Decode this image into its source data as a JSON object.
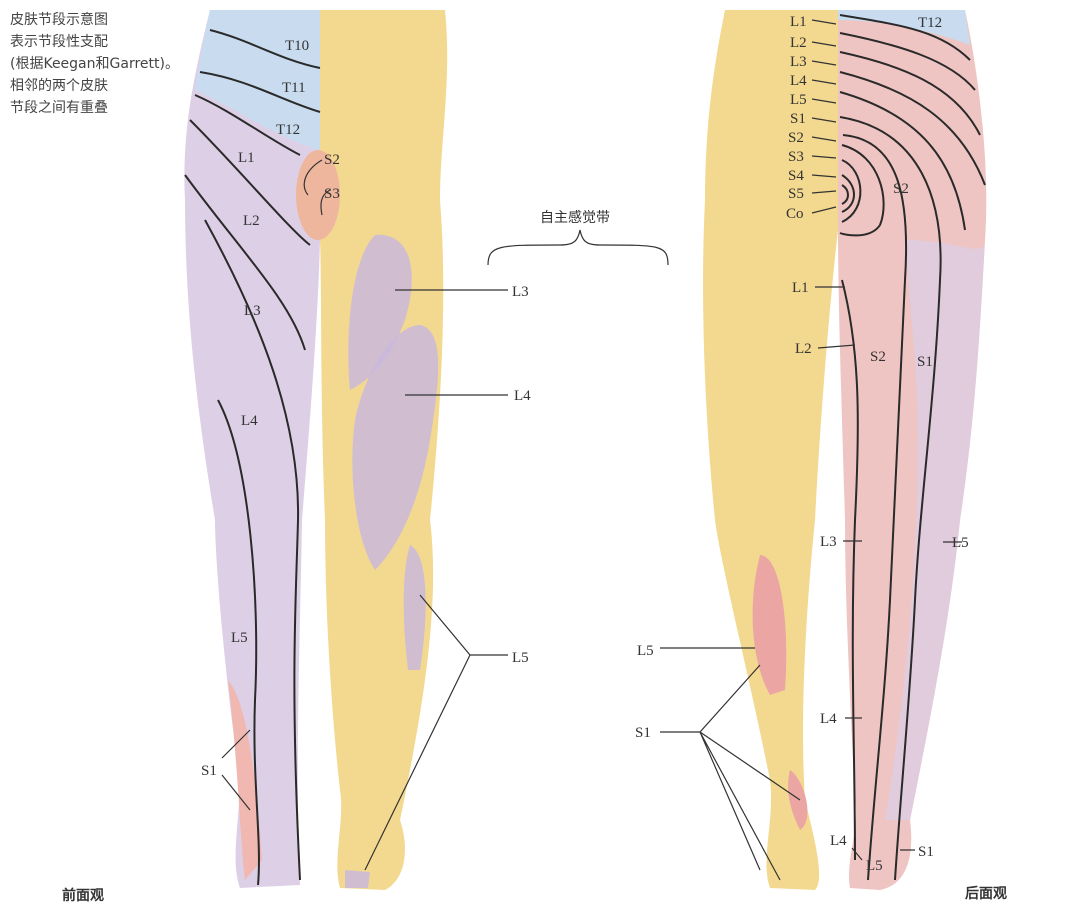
{
  "caption": [
    "皮肤节段示意图",
    "表示节段性支配",
    "(根据Keegan和Garrett)。",
    "相邻的两个皮肤",
    "节段之间有重叠"
  ],
  "front": {
    "view_label": "前面观",
    "labels": {
      "T10": "T10",
      "T11": "T11",
      "T12": "T12",
      "L1": "L1",
      "S2": "S2",
      "S3": "S3",
      "L2": "L2",
      "L3": "L3",
      "L4": "L4",
      "L5": "L5",
      "S1": "S1"
    }
  },
  "autonomous": {
    "title": "自主感觉带",
    "L3": "L3",
    "L4": "L4",
    "L5": "L5"
  },
  "back": {
    "view_label": "后面观",
    "spine_labels": [
      "L1",
      "L2",
      "L3",
      "L4",
      "L5",
      "S1",
      "S2",
      "S3",
      "S4",
      "S5",
      "Co"
    ],
    "labels": {
      "T12": "T12",
      "S2_buttock": "S2",
      "L1": "L1",
      "L2": "L2",
      "S2": "S2",
      "S1": "S1",
      "L3": "L3",
      "L5": "L5",
      "L5_calf": "L5",
      "S1_heel": "S1",
      "L4": "L4",
      "L4_foot": "L4",
      "L5_foot": "L5",
      "S1_foot": "S1"
    }
  },
  "colors": {
    "skin": "#f3d98f",
    "lavender": "#ddd0e6",
    "blue": "#c9dcef",
    "pink": "#f0b8b0",
    "zone": "#c9b9dc"
  }
}
